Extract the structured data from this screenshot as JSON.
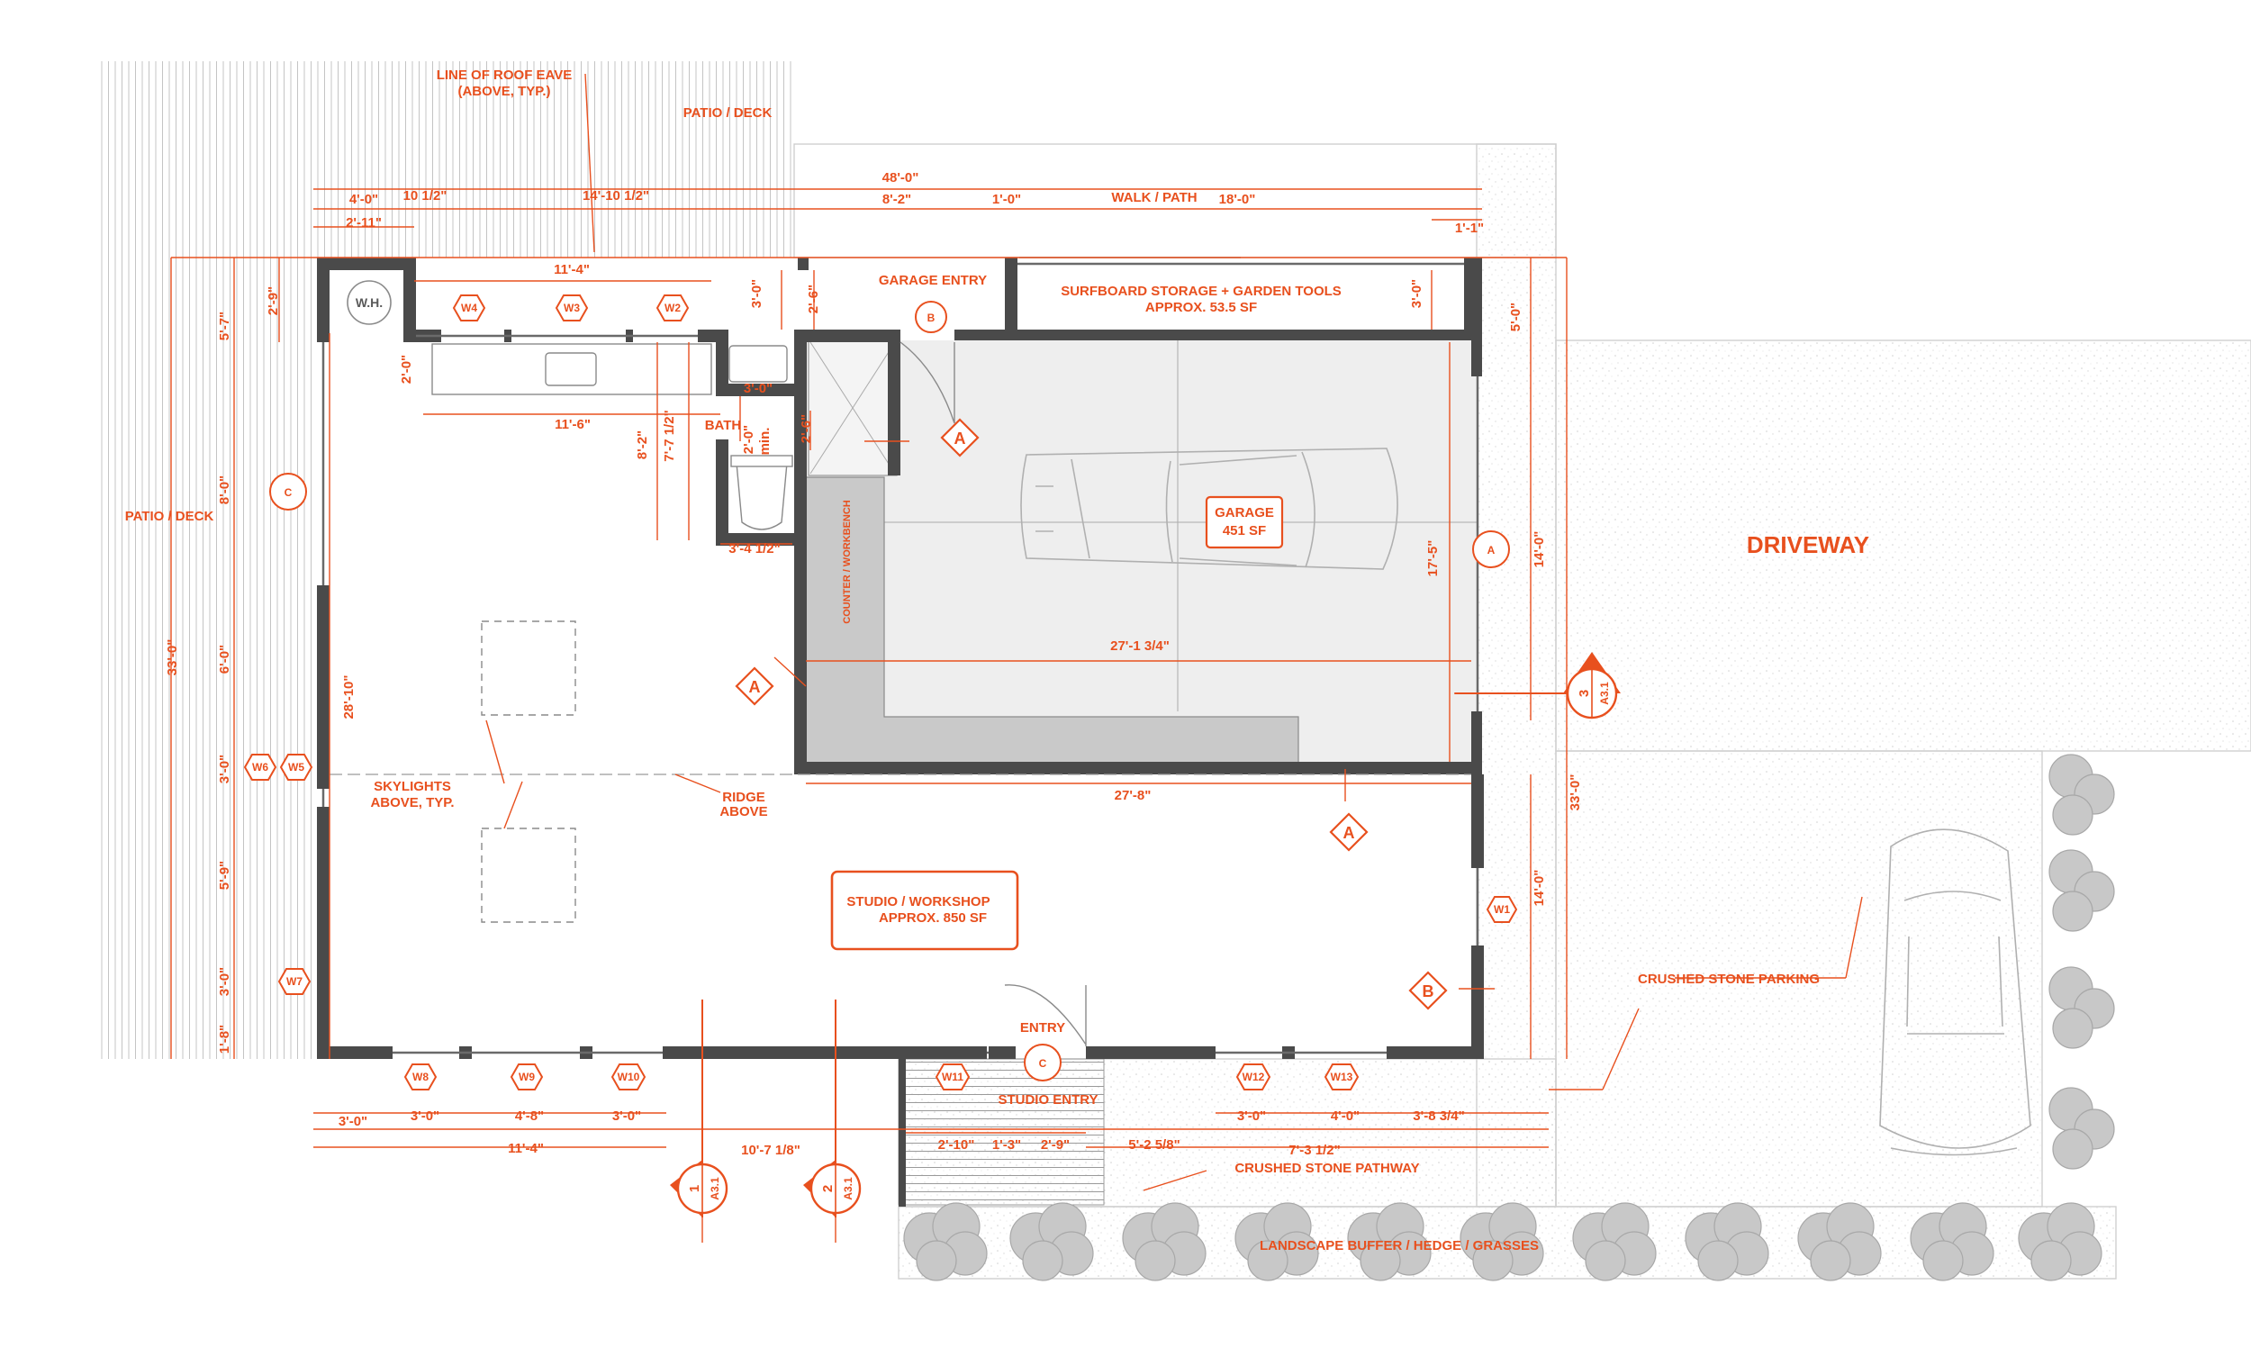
{
  "labels": {
    "roof_eave": [
      "LINE OF ROOF EAVE",
      "(ABOVE, TYP.)"
    ],
    "patio_top": "PATIO / DECK",
    "patio_left": "PATIO / DECK",
    "walk_path": "WALK / PATH",
    "garage_entry": "GARAGE ENTRY",
    "surfboard": [
      "SURFBOARD STORAGE + GARDEN TOOLS",
      "APPROX. 53.5 SF"
    ],
    "wh": "W.H.",
    "bath": "BATH",
    "counter": "COUNTER / WORKBENCH",
    "garage": [
      "GARAGE",
      "451 SF"
    ],
    "driveway": "DRIVEWAY",
    "skylights": [
      "SKYLIGHTS",
      "ABOVE, TYP."
    ],
    "ridge": [
      "RIDGE",
      "ABOVE"
    ],
    "studio": [
      "STUDIO / WORKSHOP",
      "APPROX. 850 SF"
    ],
    "entry": "ENTRY",
    "studio_entry": "STUDIO ENTRY",
    "crushed_parking": "CRUSHED STONE PARKING",
    "crushed_path": "CRUSHED STONE PATHWAY",
    "landscape": "LANDSCAPE BUFFER / HEDGE / GRASSES"
  },
  "dims": {
    "top_48": "48'-0\"",
    "top_4": "4'-0\"",
    "top_10half": "10 1/2\"",
    "top_14_10": "14'-10 1/2\"",
    "top_8_2": "8'-2\"",
    "top_1_0": "1'-0\"",
    "top_18": "18'-0\"",
    "top_2_11": "2'-11\"",
    "top_1_1": "1'-1\"",
    "d_11_4_top": "11'-4\"",
    "d_3_0_ge": "3'-0\"",
    "d_2_6_ge": "2'-6\"",
    "d_3_0_sb": "3'-0\"",
    "d_5_0_r": "5'-0\"",
    "d_2_9": "2'-9\"",
    "d_2_0": "2'-0\"",
    "d_11_6": "11'-6\"",
    "d_3_0_bath": "3'-0\"",
    "d_2_6_bath": "2'-6\"",
    "d_8_2": "8'-2\"",
    "d_7_7half": "7'-7 1/2\"",
    "d_2_0min": [
      "2'-0\"",
      "min."
    ],
    "d_3_4half": "3'-4 1/2\"",
    "l_5_7": "5'-7\"",
    "l_8_0": "8'-0\"",
    "l_6_0": "6'-0\"",
    "l_3_0a": "3'-0\"",
    "l_5_9": "5'-9\"",
    "l_3_0b": "3'-0\"",
    "l_1_8": "1'-8\"",
    "l_33": "33'-0\"",
    "d_28_10": "28'-10\"",
    "d_27_1": "27'-1 3/4\"",
    "d_17_5": "17'-5\"",
    "r_14_top": "14'-0\"",
    "r_33": "33'-0\"",
    "r_14_bot": "14'-0\"",
    "d_27_8": "27'-8\"",
    "b_3_0a": "3'-0\"",
    "b_3_0b": "3'-0\"",
    "b_4_8": "4'-8\"",
    "b_3_0c": "3'-0\"",
    "b_11_4": "11'-4\"",
    "b_10_7": "10'-7 1/8\"",
    "b_2_10": "2'-10\"",
    "b_1_3": "1'-3\"",
    "b_2_9": "2'-9\"",
    "b_5_2": "5'-2 5/8\"",
    "b_3_0d": "3'-0\"",
    "b_4_0": "4'-0\"",
    "b_3_8": "3'-8 3/4\"",
    "b_7_3": "7'-3 1/2\""
  },
  "windows": [
    "W1",
    "W2",
    "W3",
    "W4",
    "W5",
    "W6",
    "W7",
    "W8",
    "W9",
    "W10",
    "W11",
    "W12",
    "W13"
  ],
  "doors": {
    "A": "A",
    "B": "B",
    "C": "C"
  },
  "sections": {
    "s1": "1",
    "s2": "2",
    "s3": "3",
    "sheet": "A3.1"
  },
  "colors": {
    "accent": "#e8501e",
    "wall": "#4a4a4a",
    "slab": "#eeeeee",
    "counter": "#c9c9c9"
  }
}
